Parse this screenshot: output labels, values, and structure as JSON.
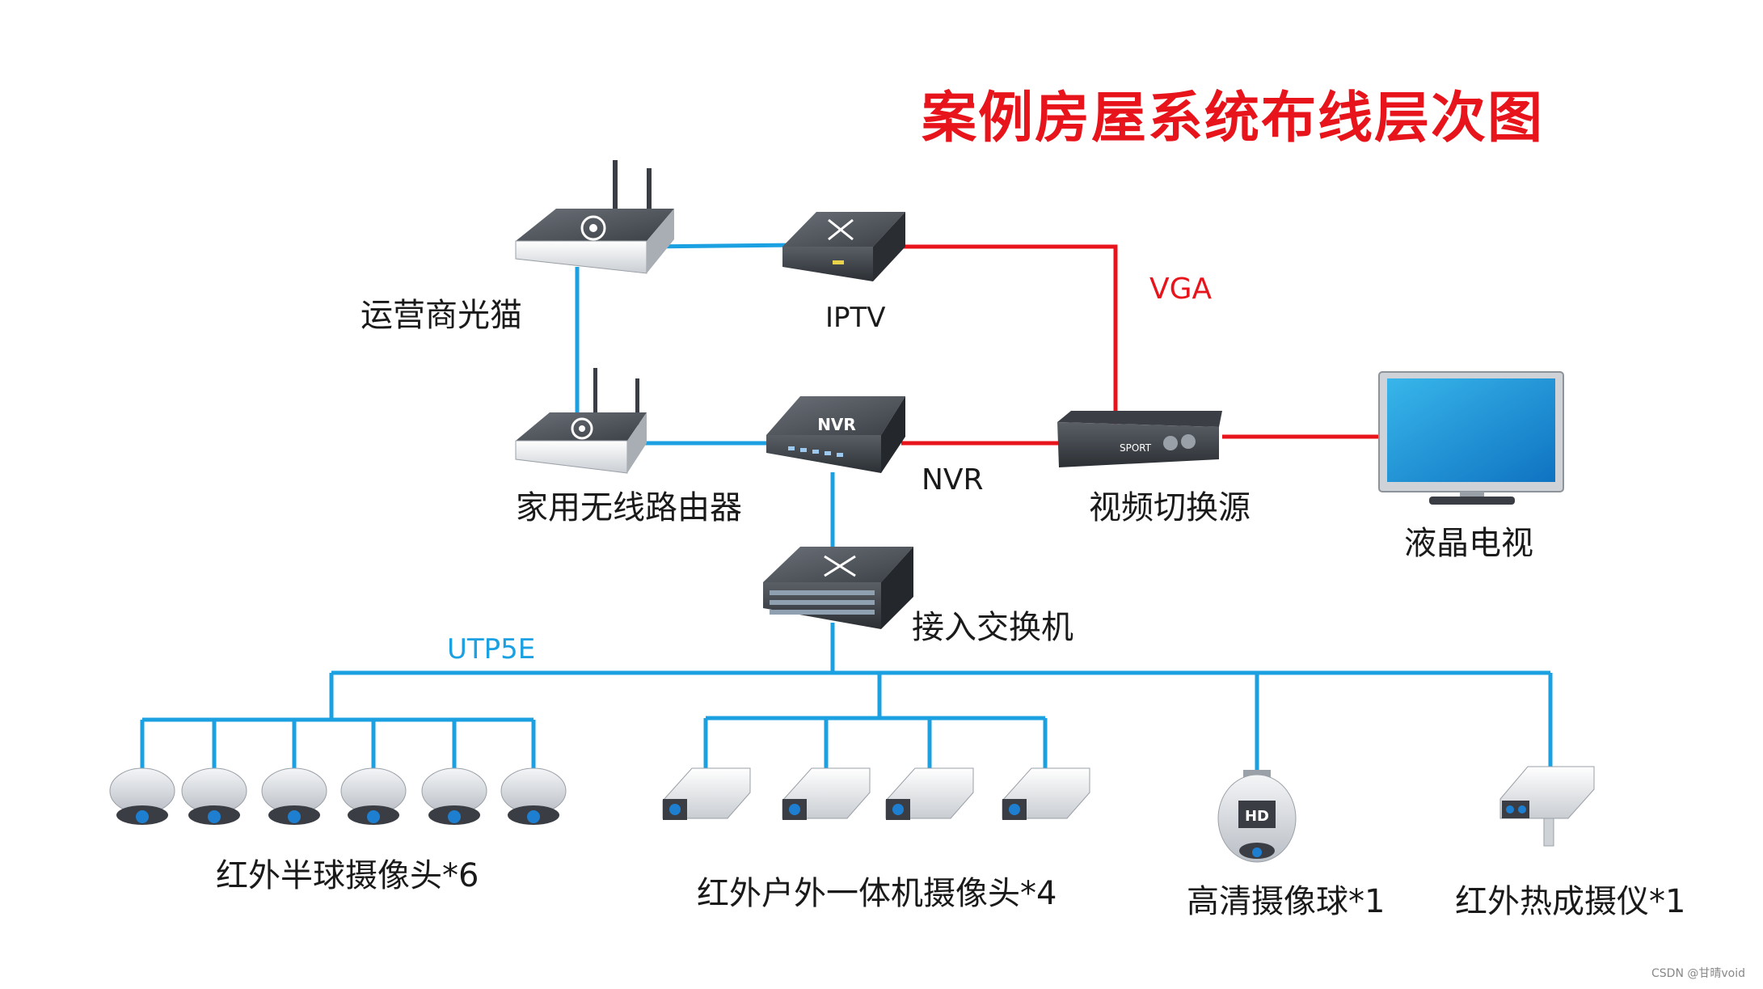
{
  "title": "案例房屋系统布线层次图",
  "link_labels": {
    "vga": "VGA",
    "nvr": "NVR",
    "utp": "UTP5E"
  },
  "devices": {
    "modem": "运营商光猫",
    "iptv": "IPTV",
    "router": "家用无线路由器",
    "nvr_box_text": "NVR",
    "video_switch": "视频切换源",
    "switch_box_text": "SPORT",
    "lcd_tv": "液晶电视",
    "access_switch": "接入交换机"
  },
  "cameras": {
    "dome": "红外半球摄像头*6",
    "bullet": "红外户外一体机摄像头*4",
    "hd_ball": "高清摄像球*1",
    "hd_badge": "HD",
    "thermal": "红外热成摄仪*1"
  },
  "watermark": "CSDN @甘晴void",
  "colors": {
    "ethernet": "#1ba1e2",
    "vga": "#e8141b",
    "title": "#e8141b"
  }
}
